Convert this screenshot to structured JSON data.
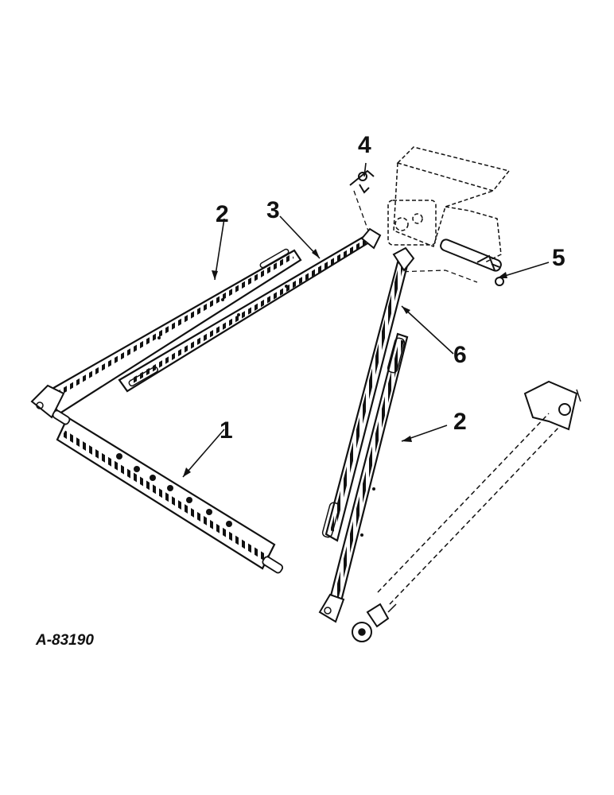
{
  "callouts": {
    "c1": "1",
    "c2a": "2",
    "c2b": "2",
    "c3": "3",
    "c4": "4",
    "c5": "5",
    "c6": "6"
  },
  "figure_id": "A-83190",
  "colors": {
    "ink": "#111111",
    "background": "#ffffff"
  }
}
